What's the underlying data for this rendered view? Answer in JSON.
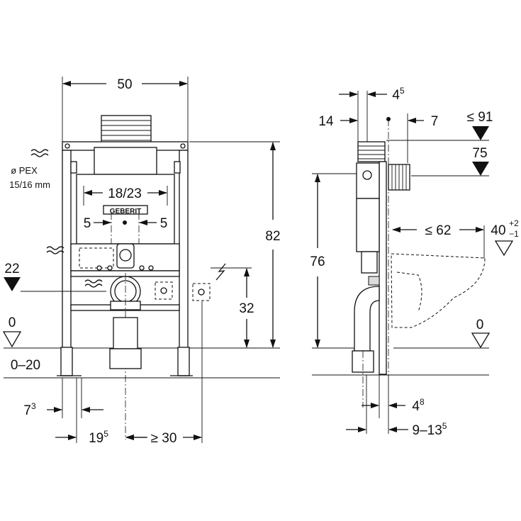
{
  "front_view": {
    "width": "50",
    "height": "82",
    "flush_plate": "18/23",
    "left_offset": "5",
    "right_offset": "5",
    "pipe_label_line1": "ø PEX",
    "pipe_label_line2": "15/16 mm",
    "water_level": "22",
    "floor_mark": "0",
    "floor_range": "0–20",
    "power_height": "32",
    "leg_left": "7",
    "leg_left_sup": "3",
    "drain_offset": "19",
    "drain_offset_sup": "5",
    "side_clearance": "≥ 30",
    "brand": "GEBERIT"
  },
  "side_view": {
    "depth_14": "14",
    "depth_4": "4",
    "depth_4_sup": "5",
    "depth_7": "7",
    "height_max": "≤ 91",
    "height_75": "75",
    "height_76": "76",
    "projection": "≤ 62",
    "bowl_height": "40",
    "bowl_tol_plus": "+2",
    "bowl_tol_minus": "−1",
    "floor_mark": "0",
    "bottom_4": "4",
    "bottom_4_sup": "8",
    "wall_range": "9–13",
    "wall_range_sup": "5"
  },
  "colors": {
    "line": "#111111",
    "background": "#ffffff"
  }
}
